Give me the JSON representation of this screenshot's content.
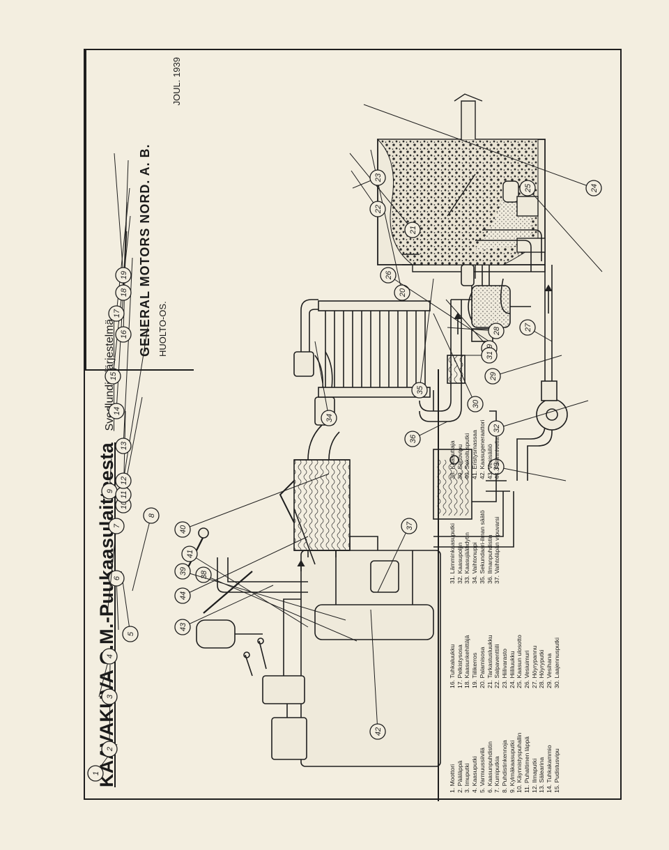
{
  "title": "KAAVAKUVA G.M.-Puukaasulaitteesta",
  "subtitle": "Svedlundin järjestelmä",
  "company": {
    "name": "GENERAL MOTORS NORD. A. B.",
    "dept": "HUOLTO-OS.",
    "date": "JOUL. 1939"
  },
  "legend": {
    "col1": [
      "1. Moottori",
      "2. Pääläppä",
      "3. Imuputki",
      "4. Kaasuputki",
      "5. Varmuussiivilä",
      "6. Kaasunpuhdistin",
      "7. Kumiputkia",
      "8. Puhdistinkennoja",
      "9. Kylmäkaasuputki",
      "10. Käynnistyspuhallin",
      "11. Puhaltimen läppä",
      "12. Ilmaputki",
      "13. Sälearina",
      "14. Tuhkakammio",
      "15. Pudistusvipu"
    ],
    "col2": [
      "16. Tuhkaluukku",
      "17. Pelkistysosa",
      "18. Kaasunkehittäjä",
      "19. Tiilikerros",
      "20. Palamisosa",
      "21. Tarkastusluukku",
      "22. Salpaventtiili",
      "23. Hiilivarasto",
      "24. Hiililuukku",
      "25. Kaasun ulosotto",
      "26. Vesiuimuri",
      "27. Höyrypannu",
      "28. Höyryputki",
      "29. Vesihana",
      "30. Laajennusputki"
    ],
    "col3": [
      "31. Lämminkaasuputki",
      "32. Kaasupoljin",
      "33. Kaasujäähdytin",
      "34. Vaihtonuppi",
      "35. Sekundaari-ilman säätö",
      "36. Ilmanpuhdistin",
      "37. Vaihtoläpän vipuvarsi"
    ],
    "col4": [
      "38. Kaasuttaja",
      "39. Siirtovipu",
      "40. Sekoitusputki",
      "41. Eristysmassaa",
      "42. Kaasugeneraattori",
      "43. Vesisäiliö",
      "44. Poljinnivelia"
    ]
  },
  "callouts": [
    "1",
    "2",
    "3",
    "4",
    "5",
    "6",
    "7",
    "8",
    "9",
    "10",
    "11",
    "12",
    "13",
    "14",
    "15",
    "16",
    "17",
    "18",
    "19",
    "20",
    "21",
    "22",
    "23",
    "24",
    "25",
    "26",
    "27",
    "28",
    "29",
    "29",
    "30",
    "31",
    "32",
    "33",
    "34",
    "35",
    "36",
    "37",
    "38",
    "39",
    "40",
    "41",
    "42",
    "43",
    "44"
  ]
}
